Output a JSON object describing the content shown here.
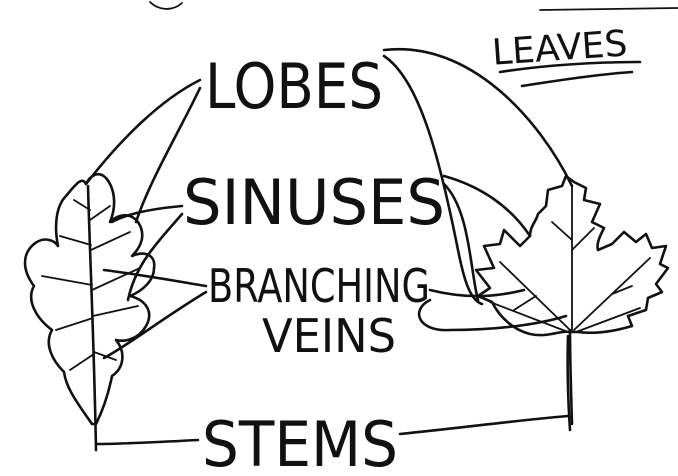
{
  "title": "LEAVES",
  "labels": {
    "lobes": "LOBES",
    "sinuses": "SINUSES",
    "branching_line1": "BRANCHING",
    "branching_line2": "VEINS",
    "stems": "STEMS"
  },
  "ink_color": "#111111",
  "background_color": "#ffffff"
}
